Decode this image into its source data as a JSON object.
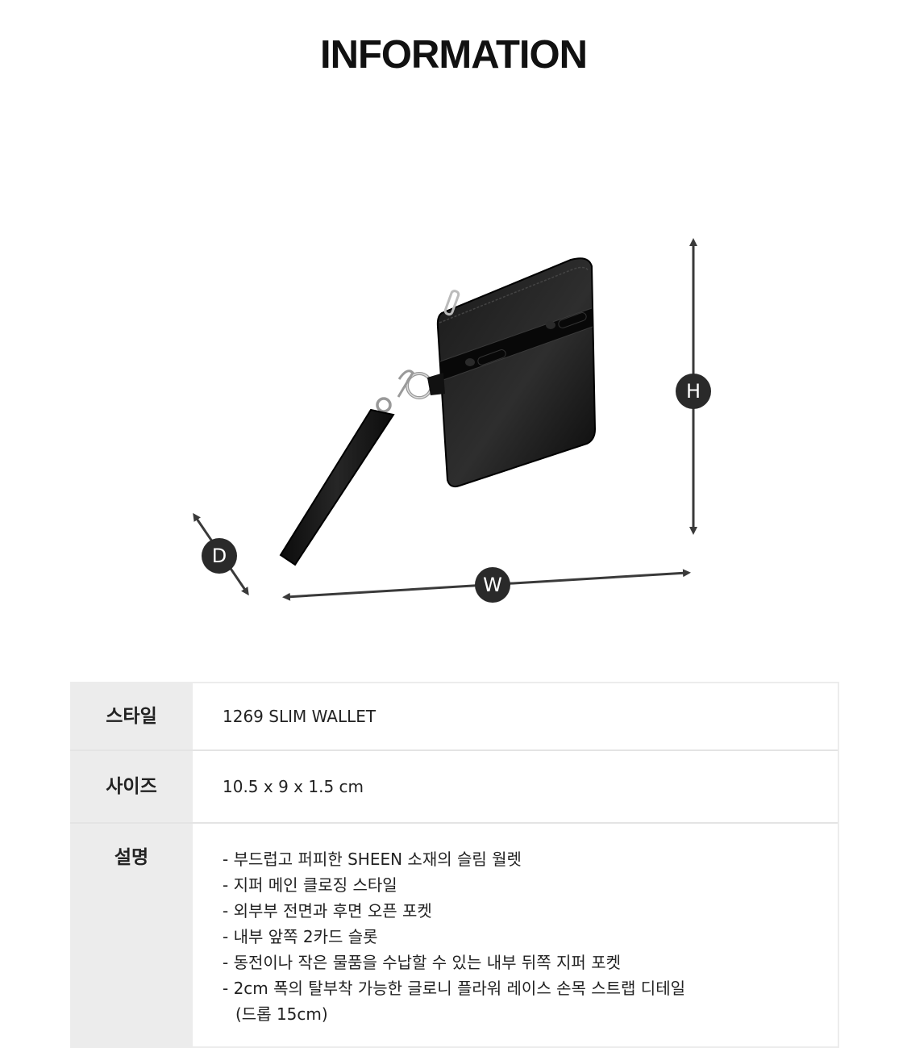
{
  "header": {
    "title": "INFORMATION"
  },
  "diagram": {
    "product_image": "black slim zip wallet with detachable wrist strap",
    "dimension_labels": {
      "height": "H",
      "width": "W",
      "depth": "D"
    },
    "colors": {
      "arrow": "#3a3a3a",
      "label_bg": "#2a2a2a",
      "label_text": "#ffffff",
      "product": "#111111"
    }
  },
  "spec_table": {
    "rows": [
      {
        "label": "스타일",
        "value": "1269 SLIM WALLET"
      },
      {
        "label": "사이즈",
        "value": "10.5 x 9 x 1.5 cm"
      },
      {
        "label": "설명",
        "lines": [
          "- 부드럽고 퍼피한 SHEEN 소재의 슬림 월렛",
          "- 지퍼 메인 클로징 스타일",
          "- 외부부 전면과 후면 오픈 포켓",
          "- 내부 앞쪽 2카드 슬롯",
          "- 동전이나 작은 물품을 수납할 수 있는 내부 뒤쪽 지퍼 포켓",
          "- 2cm 폭의 탈부착 가능한 글로니 플라워 레이스 손목 스트랩 디테일",
          "(드롭 15cm)"
        ]
      }
    ],
    "colors": {
      "label_bg": "#ececec",
      "border": "#e4e4e4"
    }
  }
}
